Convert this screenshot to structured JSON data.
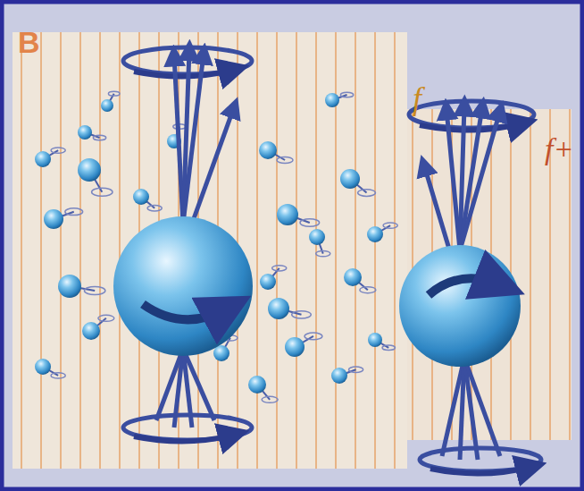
{
  "diagram": {
    "labels": [
      "B",
      "f",
      "f+"
    ]
  }
}
